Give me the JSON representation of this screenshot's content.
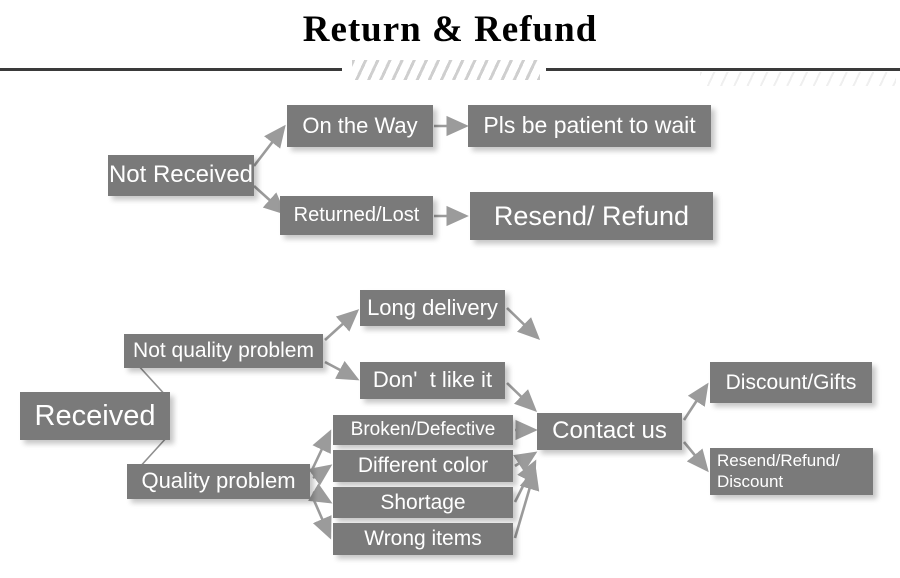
{
  "page": {
    "title": "Return & Refund",
    "box_color": "#7a7a7a",
    "text_color": "#ffffff",
    "arrow_color": "#9b9b9b",
    "divider_color": "#3a3a3a"
  },
  "branches": {
    "not_received": {
      "root": "Not Received",
      "on_the_way": "On the Way",
      "on_the_way_result": "Pls be patient to wait",
      "returned_lost": "Returned/Lost",
      "returned_lost_result": "Resend/ Refund"
    },
    "received": {
      "root": "Received",
      "not_quality_problem": "Not quality problem",
      "quality_problem": "Quality problem",
      "not_quality_reasons": [
        "Long delivery",
        "Don'  t like it"
      ],
      "quality_reasons": [
        "Broken/Defective",
        "Different color",
        "Shortage",
        "Wrong items"
      ],
      "contact": "Contact us",
      "outcomes": [
        "Discount/Gifts",
        "Resend/Refund/\nDiscount"
      ]
    }
  }
}
